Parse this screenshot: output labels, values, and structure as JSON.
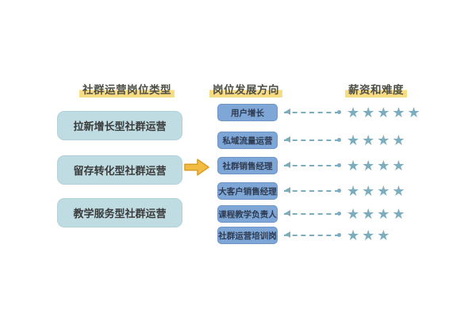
{
  "diagram": {
    "columns": {
      "left": {
        "header": "社群运营岗位类型",
        "boxes": [
          "拉新增长型社群运营",
          "留存转化型社群运营",
          "教学服务型社群运营"
        ]
      },
      "middle": {
        "header": "岗位发展方向",
        "boxes": [
          "用户增长",
          "私域流量运营",
          "社群销售经理",
          "大客户销售经理",
          "课程教学负责人",
          "社群运营培训岗"
        ]
      },
      "right": {
        "header": "薪资和难度",
        "ratings": [
          5,
          4,
          4,
          4,
          4,
          3
        ]
      }
    },
    "icons": {
      "flow_arrow": "right-block-arrow",
      "rating": "star"
    },
    "colors": {
      "star": "#7BADBE",
      "left_box_fill": "#BFDCE2",
      "left_box_border": "#AFD2DA",
      "middle_box_fill": "#7EA6D6",
      "middle_box_border": "#6D96C6",
      "header_highlight": "#F8DC84",
      "arrow_fill": "#F2BC40",
      "arrow_border": "#D99C26",
      "background": "#FFFFFF"
    }
  }
}
